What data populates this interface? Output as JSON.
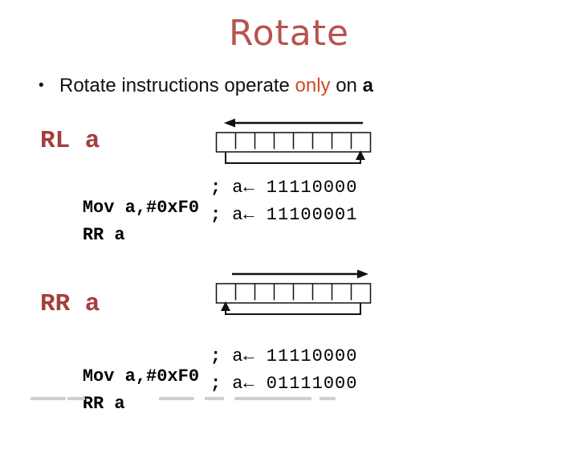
{
  "slide": {
    "title": "Rotate",
    "bullet": {
      "marker": "•",
      "seg1": "Rotate instructions operate ",
      "seg2": "only",
      "seg3": " on ",
      "seg4": "a"
    },
    "colors": {
      "title": "#b5544f",
      "section_heading": "#a43e3c",
      "highlight": "#d24b1e",
      "body_text": "#111111",
      "diagram_stroke": "#111111"
    },
    "sections": [
      {
        "heading": "RL a",
        "diagram": {
          "type": "rotate-left",
          "bits": 8,
          "top_arrow": "points-left",
          "wrap_arrow": "bottom-loop-into-rightmost-cell"
        },
        "code": [
          {
            "instruction": "Mov a,#0xF0",
            "sep": ";",
            "comment": "a← 11110000"
          },
          {
            "instruction": "RR a",
            "sep": ";",
            "comment": "a← 11100001"
          }
        ]
      },
      {
        "heading": "RR a",
        "diagram": {
          "type": "rotate-right",
          "bits": 8,
          "top_arrow": "points-right",
          "wrap_arrow": "bottom-loop-into-leftmost-cell"
        },
        "code": [
          {
            "instruction": "Mov a,#0xF0",
            "sep": ";",
            "comment": "a← 11110000"
          },
          {
            "instruction": "RR a",
            "sep": ";",
            "comment": "a← 01111000"
          }
        ]
      }
    ]
  }
}
